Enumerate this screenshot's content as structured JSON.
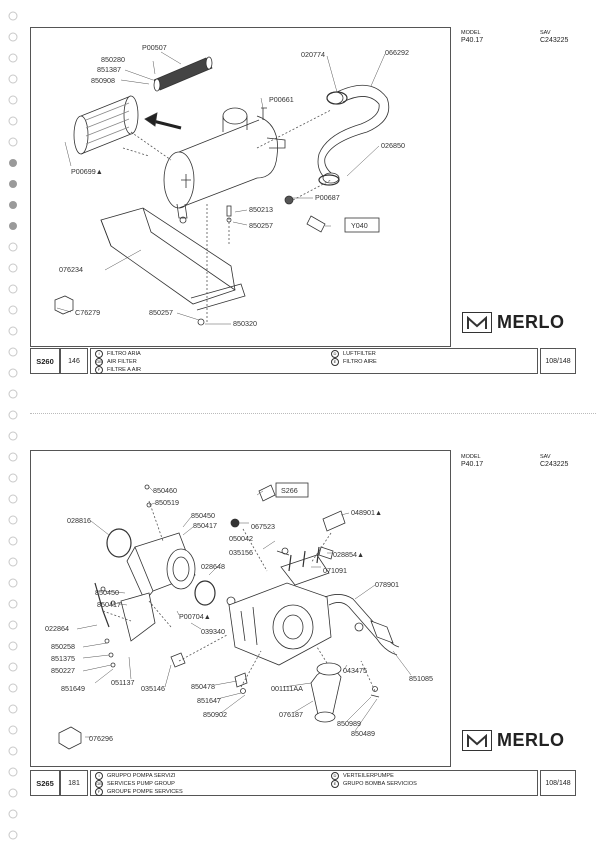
{
  "pages": [
    {
      "model_label": "MODEL",
      "model_value": "P40.17",
      "sav_label": "SAV",
      "sav_value": "C243225",
      "brand": "MERLO",
      "section_code": "S260",
      "section_number": "146",
      "page_counter": "108/148",
      "titles": [
        {
          "flag": "I",
          "text": "FILTRO ARIA"
        },
        {
          "flag": "GB",
          "text": "AIR FILTER"
        },
        {
          "flag": "F",
          "text": "FILTRE A AIR"
        },
        {
          "flag": "D",
          "text": "LUFTFILTER"
        },
        {
          "flag": "E",
          "text": "FILTRO AIRE"
        }
      ],
      "part_labels": [
        "P00507",
        "850280",
        "851387",
        "850908",
        "P00699▲",
        "P00661",
        "020774",
        "066292",
        "026850",
        "P00687",
        "850213",
        "850257",
        "Y040",
        "076234",
        "C76279",
        "850257",
        "850320"
      ]
    },
    {
      "model_label": "MODEL",
      "model_value": "P40.17",
      "sav_label": "SAV",
      "sav_value": "C243225",
      "brand": "MERLO",
      "section_code": "S265",
      "section_number": "181",
      "page_counter": "108/148",
      "titles": [
        {
          "flag": "I",
          "text": "GRUPPO POMPA SERVIZI"
        },
        {
          "flag": "GB",
          "text": "SERVICES PUMP GROUP"
        },
        {
          "flag": "F",
          "text": "GROUPE POMPE SERVICES"
        },
        {
          "flag": "D",
          "text": "VERTEILERPUMPE"
        },
        {
          "flag": "E",
          "text": "GRUPO BOMBA SERVICIOS"
        }
      ],
      "part_labels": [
        "850460",
        "850519",
        "850450",
        "850417",
        "028816",
        "S266",
        "048901▲",
        "067523",
        "050042",
        "035156",
        "028854▲",
        "028648",
        "071091",
        "078901",
        "850450",
        "850417",
        "P00704▲",
        "039340",
        "022864",
        "850258",
        "851375",
        "850227",
        "851649",
        "051137",
        "035146",
        "850478",
        "851647",
        "850902",
        "001111AA",
        "076187",
        "043475",
        "851085",
        "850989",
        "850489",
        "076296"
      ]
    }
  ]
}
